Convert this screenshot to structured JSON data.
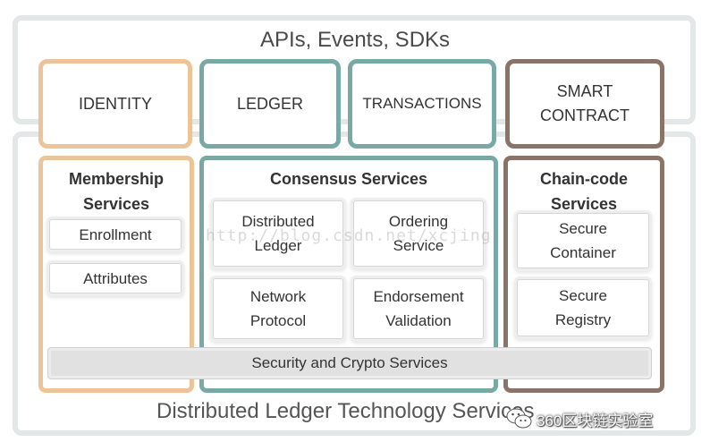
{
  "top_layer": {
    "label": "APIs, Events, SDKs"
  },
  "bottom_layer": {
    "label": "Distributed Ledger Technology Services"
  },
  "headers": {
    "identity": "IDENTITY",
    "ledger": "LEDGER",
    "transactions": "TRANSACTIONS",
    "smart_contract_line1": "SMART",
    "smart_contract_line2": "CONTRACT"
  },
  "membership": {
    "title_line1": "Membership",
    "title_line2": "Services",
    "items": [
      "Enrollment",
      "Attributes"
    ]
  },
  "consensus": {
    "title": "Consensus Services",
    "cards": [
      {
        "line1": "Distributed",
        "line2": "Ledger"
      },
      {
        "line1": "Ordering",
        "line2": "Service"
      },
      {
        "line1": "Network",
        "line2": "Protocol"
      },
      {
        "line1": "Endorsement",
        "line2": "Validation"
      }
    ]
  },
  "chaincode": {
    "title_line1": "Chain-code",
    "title_line2": "Services",
    "cards": [
      {
        "line1": "Secure",
        "line2": "Container"
      },
      {
        "line1": "Secure",
        "line2": "Registry"
      }
    ]
  },
  "security_bar": {
    "label": "Security and Crypto Services"
  },
  "watermarks": {
    "url": "http://blog.csdn.net/xcjing",
    "wechat_label": "360区块链实验室"
  },
  "colors": {
    "identity_border": "#edc39a",
    "ledger_border": "#78a9a4",
    "contract_border": "#8a7367",
    "frame": "#e3e7e7"
  },
  "icons": {
    "wechat": "wechat-logo-icon"
  }
}
